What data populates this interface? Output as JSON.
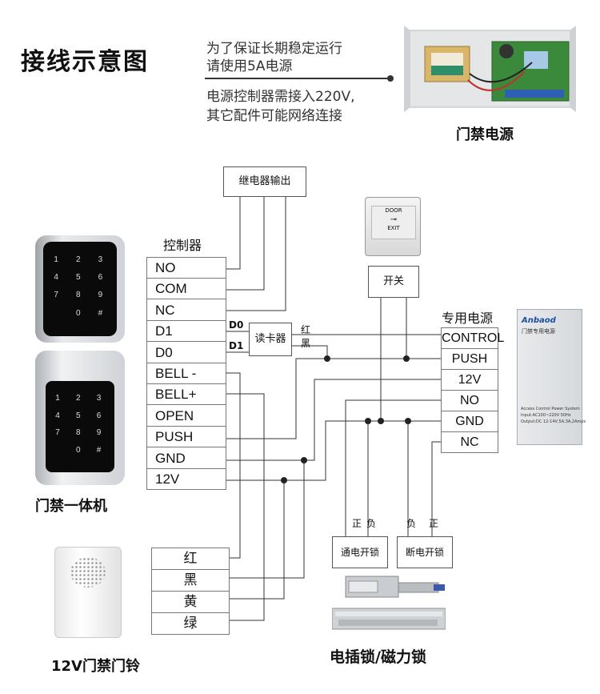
{
  "title": "接线示意图",
  "notes": [
    "为了保证长期稳定运行",
    "请使用5A电源",
    "电源控制器需接入220V,",
    "其它配件可能网络连接"
  ],
  "power_supply_photo_label": "门禁电源",
  "relay_output_label": "继电器输出",
  "controller_label": "控制器",
  "controller_terminals": [
    "NO",
    "COM",
    "NC",
    "D1",
    "D0",
    "BELL -",
    "BELL+",
    "OPEN",
    "PUSH",
    "GND",
    "12V"
  ],
  "wire_d0": "D0",
  "wire_d1": "D1",
  "reader_label": "读卡器",
  "wire_red": "红",
  "wire_black": "黑",
  "switch_label": "开关",
  "exit_button_text": [
    "DOOR",
    "EXIT"
  ],
  "dedicated_power_label": "专用电源",
  "power_terminals": [
    "CONTROL",
    "PUSH",
    "12V",
    "NO",
    "GND",
    "NC"
  ],
  "power_box_brand": "Anbaod",
  "power_box_sub": "门禁专用电源",
  "power_box_spec": [
    "Access Control Power System",
    "Input:AC100~220V 50Hz",
    "Output:DC 12-14V,5A,3A,2Amps"
  ],
  "keypad_caption": "门禁一体机",
  "keypad_keys": [
    "1",
    "2",
    "3",
    "4",
    "5",
    "6",
    "7",
    "8",
    "9",
    "",
    "0",
    "#"
  ],
  "bell_terminals": [
    "红",
    "黑",
    "黄",
    "绿"
  ],
  "bell_caption": "12V门禁门铃",
  "fail_secure_lock": "通电开锁",
  "fail_safe_lock": "断电开锁",
  "polarity_pos": "正",
  "polarity_neg": "负",
  "lock_caption": "电插锁/磁力锁"
}
